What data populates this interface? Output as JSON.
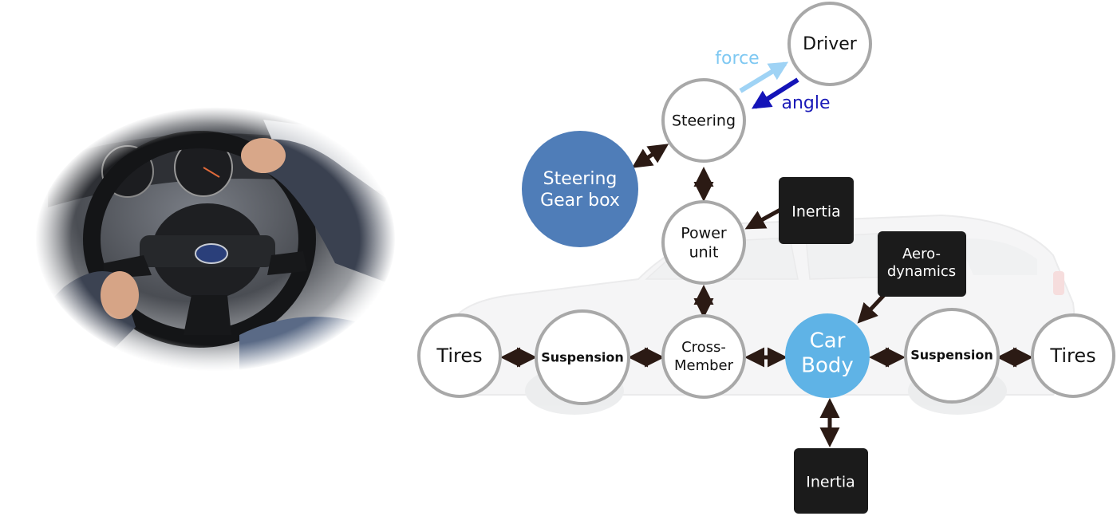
{
  "photo": {
    "description_name": "steering-wheel-photo"
  },
  "diagram": {
    "nodes": {
      "driver": {
        "label": "Driver"
      },
      "steering": {
        "label": "Steering"
      },
      "steering_gear_box": {
        "line1": "Steering",
        "line2": "Gear box"
      },
      "power_unit": {
        "line1": "Power",
        "line2": "unit"
      },
      "inertia_top": {
        "label": "Inertia"
      },
      "aerodynamics": {
        "line1": "Aero-",
        "line2": "dynamics"
      },
      "tires_left": {
        "label": "Tires"
      },
      "suspension_left": {
        "label": "Suspension"
      },
      "cross_member": {
        "line1": "Cross-",
        "line2": "Member"
      },
      "car_body": {
        "line1": "Car",
        "line2": "Body"
      },
      "suspension_right": {
        "label": "Suspension"
      },
      "tires_right": {
        "label": "Tires"
      },
      "inertia_bottom": {
        "label": "Inertia"
      }
    },
    "labels": {
      "force": "force",
      "angle": "angle"
    }
  },
  "colors": {
    "circle_border": "#a8a8a8",
    "gear_box_fill": "#4f7db8",
    "car_body_fill": "#5fb3e6",
    "black_box": "#1b1b1b",
    "arrow_dark": "#2b1a14",
    "force_arrow": "#9fd3f5",
    "force_text": "#7ec8f2",
    "angle_arrow": "#1414b8",
    "angle_text": "#1a1ab8"
  }
}
